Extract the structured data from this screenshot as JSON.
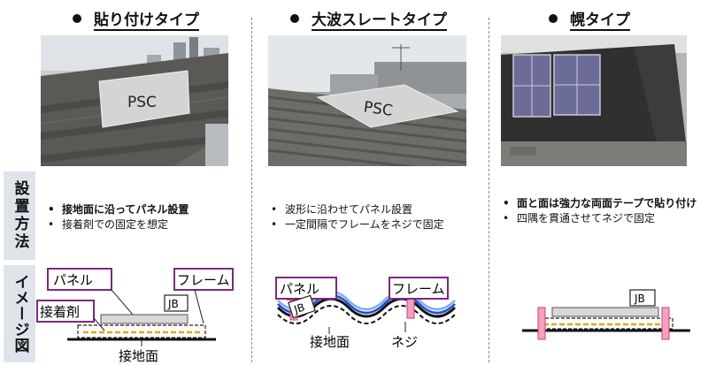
{
  "columns": [
    {
      "title": "貼り付けタイプ",
      "photo_label": "PSC",
      "bullets": [
        "接地面に沿ってパネル設置",
        "接着剤での固定を想定"
      ],
      "diagram": {
        "panel": "パネル",
        "frame": "フレーム",
        "adhesive": "接着剤",
        "jb": "JB",
        "ground": "接地面"
      }
    },
    {
      "title": "大波スレートタイプ",
      "photo_label": "PSC",
      "bullets": [
        "波形に沿わせてパネル設置",
        "一定間隔でフレームをネジで固定"
      ],
      "diagram": {
        "panel": "パネル",
        "frame": "フレーム",
        "jb": "JB",
        "ground": "接地面",
        "screw": "ネジ"
      }
    },
    {
      "title": "幌タイプ",
      "bullets": [
        "面と面は強力な両面テープで貼り付け",
        "四隅を貫通させてネジで固定"
      ],
      "diagram": {
        "jb": "JB"
      }
    }
  ],
  "row_labels": {
    "method": "設置方法",
    "image": "イメージ図"
  }
}
